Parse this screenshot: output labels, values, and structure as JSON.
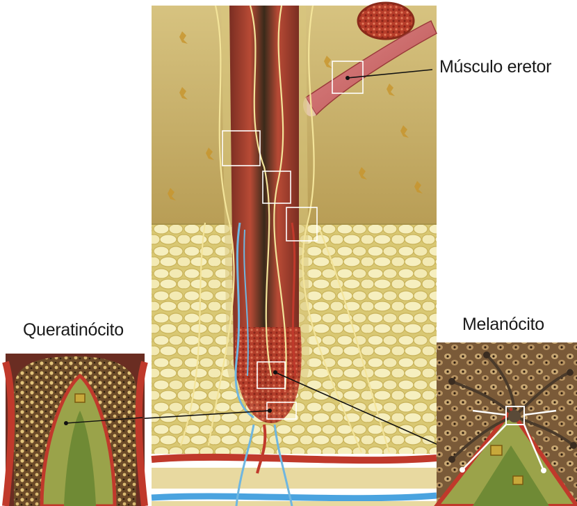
{
  "labels": {
    "musculo_eretor": "Músculo eretor",
    "queratinocito": "Queratinócito",
    "melanocito": "Melanócito"
  },
  "colors": {
    "dermis": "#c8b26a",
    "fat": "#f2e9a8",
    "hair_shaft": "#5a3a22",
    "blood_vessel": "#c0392b",
    "vein": "#4aa3df",
    "muscle": "#d97a7a",
    "nerve": "#f0e08a"
  }
}
